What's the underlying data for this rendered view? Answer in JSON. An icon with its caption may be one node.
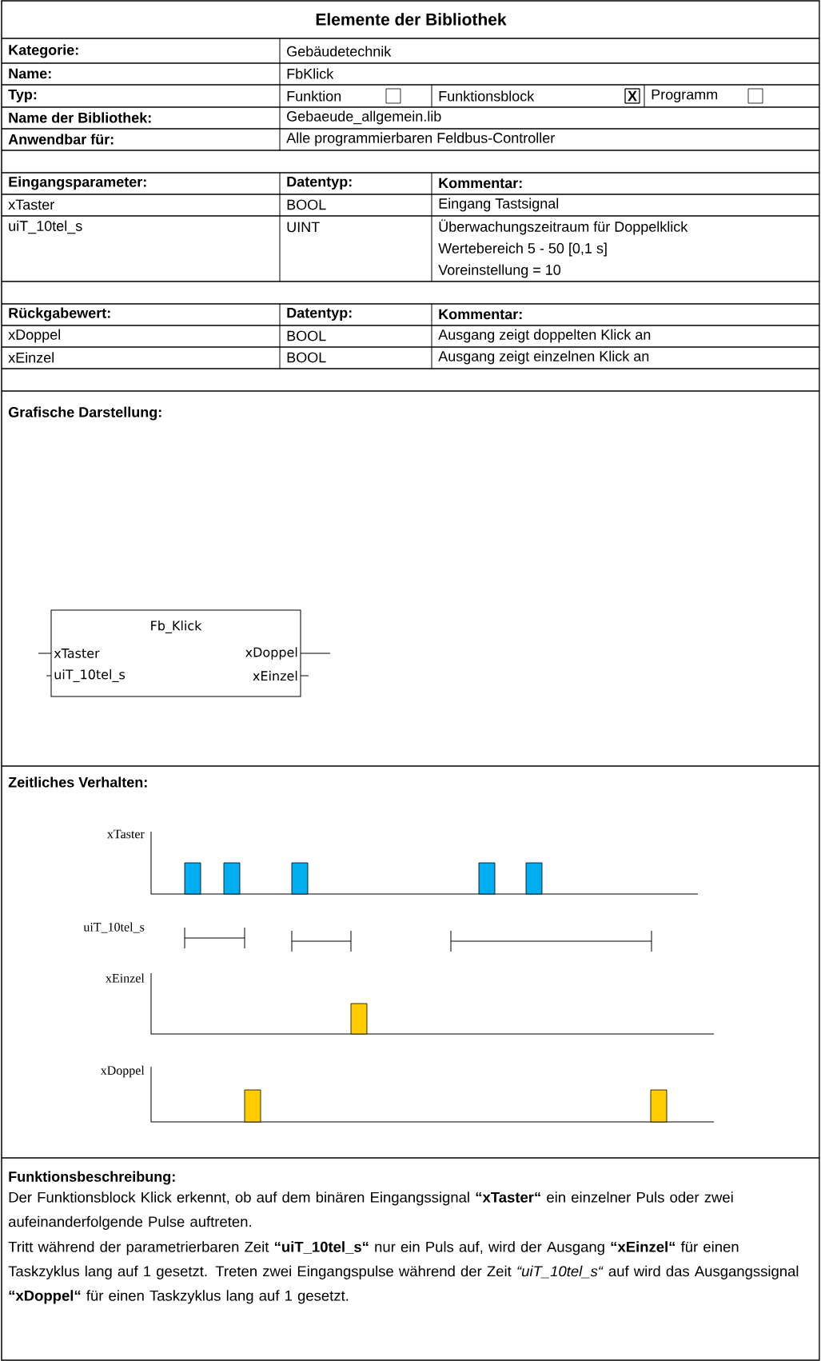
{
  "diagram": {
    "title": "Elemente der Bibliothek",
    "nodes": [
      {
        "text": [
          "Fb_Klick",
          "xTaster",
          "uiT_10tel_s",
          "xDoppel",
          "xEinzel"
        ]
      }
    ],
    "labels": [
      "Kategorie:",
      "Gebäudetechnik",
      "Name:",
      "FbKlick",
      "Typ:",
      "Funktion",
      "Funktionsblock",
      "X",
      "Programm",
      "Name der Bibliothek:",
      "Gebaeude_allgemein.lib",
      "Anwendbar für:",
      "Alle programmierbaren Feldbus-Controller",
      "Eingangsparameter:",
      "Datentyp:",
      "Kommentar:",
      "xTaster",
      "BOOL",
      "Eingang Tastsignal",
      "uiT_10tel_s",
      "UINT",
      "Überwachungszeitraum für Doppelklick",
      "Wertebereich 5 - 50 [0,1 s]",
      "Voreinstellung = 10",
      "Rückgabewert:",
      "Datentyp:",
      "Kommentar:",
      "xDoppel",
      "BOOL",
      "Ausgang zeigt doppelten Klick an",
      "xEinzel",
      "BOOL",
      "Ausgang zeigt einzelnen Klick an",
      "Grafische Darstellung:",
      "Zeitliches Verhalten:",
      "xTaster",
      "uiT_10tel_s",
      "xEinzel",
      "xDoppel",
      "Funktionsbeschreibung:",
      "Der Funktionsblock Klick erkennt, ob auf dem binären Eingangssignal **“xTaster“** ein einzelner Puls oder zwei aufeinanderfolgende Pulse auftreten.",
      "Tritt während der parametrierbaren Zeit **“uiT_10tel_s“** nur ein Puls auf, wird der Ausgang **“xEinzel“** für einen Taskzyklus lang auf 1 gesetzt. Treten zwei Eingangspulse während der Zeit *“uiT_10tel_s“* auf wird das Ausgangssignal **“xDoppel“** für einen Taskzyklus lang auf 1 gesetzt."
    ]
  }
}
